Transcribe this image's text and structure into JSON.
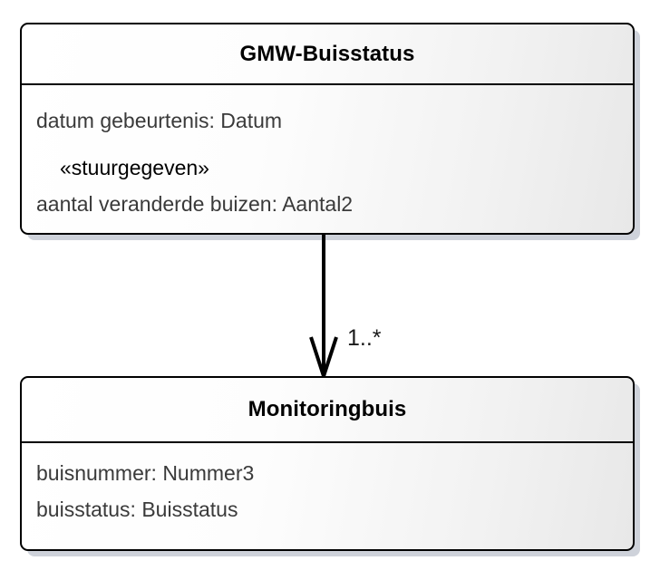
{
  "diagram": {
    "type": "uml-class-diagram",
    "background_color": "#ffffff",
    "border_color": "#000000",
    "shadow_color": "#ced2da",
    "attribute_text_color": "#3a3a3a",
    "title_text_color": "#000000"
  },
  "classes": [
    {
      "id": "gmw-buisstatus",
      "name": "GMW-Buisstatus",
      "attributes": [
        {
          "text": "datum gebeurtenis: Datum",
          "kind": "attribute"
        },
        {
          "text": "«stuurgegeven»",
          "kind": "stereotype"
        },
        {
          "text": "aantal veranderde buizen: Aantal2",
          "kind": "attribute"
        }
      ]
    },
    {
      "id": "monitoringbuis",
      "name": "Monitoringbuis",
      "attributes": [
        {
          "text": "buisnummer: Nummer3",
          "kind": "attribute"
        },
        {
          "text": "buisstatus: Buisstatus",
          "kind": "attribute"
        }
      ]
    }
  ],
  "associations": [
    {
      "id": "gmw-buisstatus-to-monitoringbuis",
      "source": "GMW-Buisstatus",
      "target": "Monitoringbuis",
      "arrow_style": "open",
      "direction": "down",
      "multiplicity": "1..*"
    }
  ]
}
